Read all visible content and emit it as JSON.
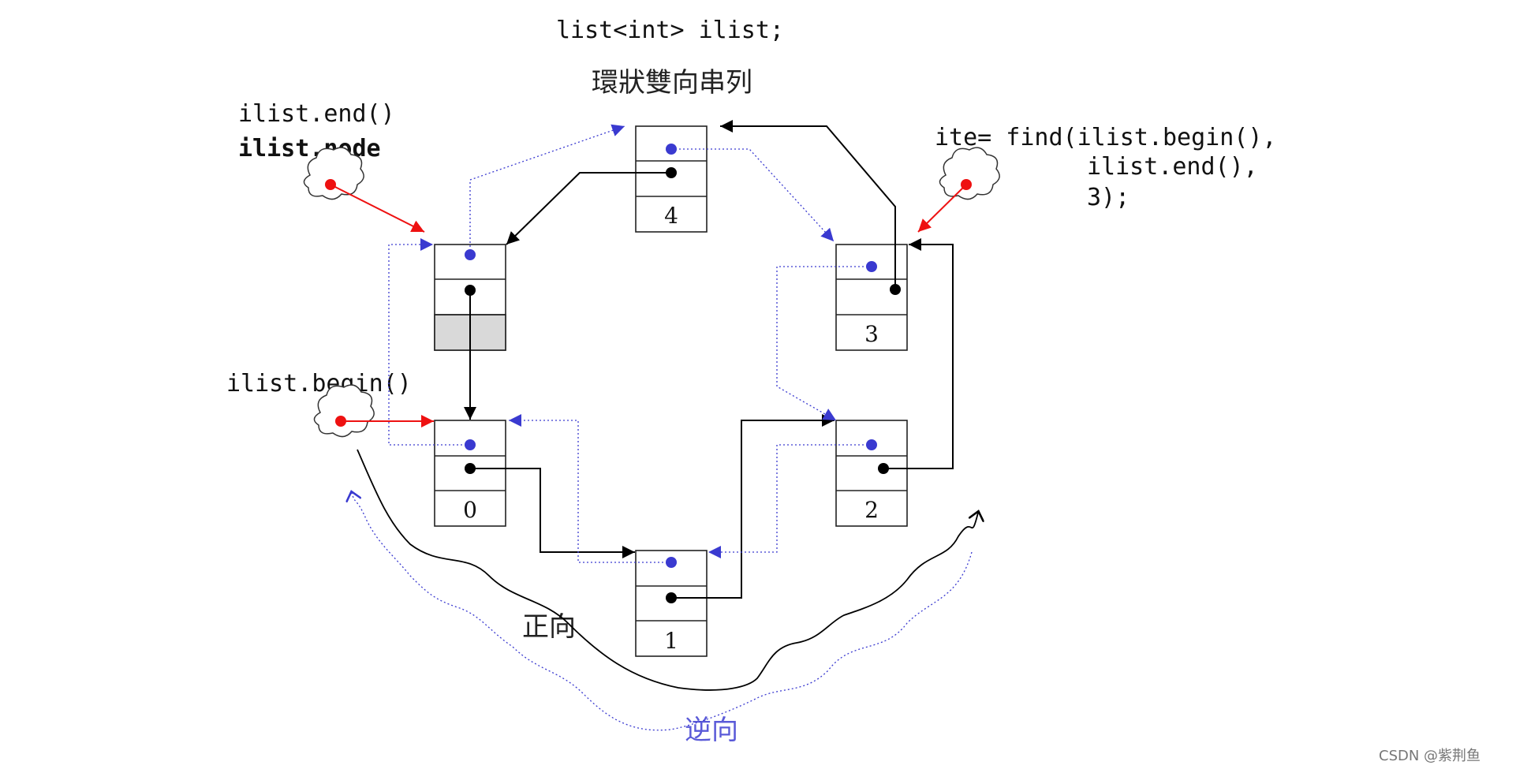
{
  "code_decl": "list<int> ilist;",
  "title_zh": "環狀雙向串列",
  "end_label": "ilist.end()",
  "node_label": "ilist.node",
  "begin_label": "ilist.begin()",
  "find_line1": "ite= find(ilist.begin(),",
  "find_line2": "ilist.end(),",
  "find_line3": "3);",
  "forward_label": "正向",
  "backward_label": "逆向",
  "watermark": "CSDN @紫荆鱼",
  "nodes": [
    {
      "id": "sentinel",
      "value": ""
    },
    {
      "id": "n0",
      "value": "0"
    },
    {
      "id": "n1",
      "value": "1"
    },
    {
      "id": "n2",
      "value": "2"
    },
    {
      "id": "n3",
      "value": "3"
    },
    {
      "id": "n4",
      "value": "4"
    }
  ],
  "colors": {
    "next_link": "#000000",
    "prev_link": "#3a3ad0",
    "iterator_arrow": "#ee1111",
    "sentinel_fill": "#d9d9d9"
  }
}
